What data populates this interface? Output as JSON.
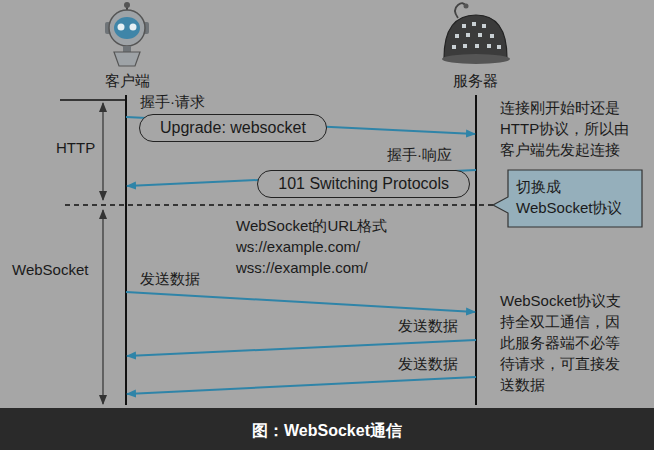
{
  "diagram": {
    "caption": "图：WebSocket通信",
    "nodes": [
      {
        "text": [
          "客户端"
        ]
      },
      {
        "text": [
          "服务器"
        ]
      },
      {
        "text": [
          "Upgrade: websocket"
        ]
      },
      {
        "text": [
          "101 Switching Protocols"
        ]
      },
      {
        "text": [
          "切换成 WebSocket协议"
        ]
      }
    ],
    "labels": [
      "握手·请求",
      "HTTP",
      "握手·响应",
      "WebSocket",
      "WebSocket的URL格式 ws://example.com/ wss://example.com/",
      "发送数据",
      "连接刚开始时还是 HTTP协议，所以由 客户端先发起连接",
      "发送数据",
      "WebSocket协议支 持全双工通信，因 此服务器端不必等 待请求，可直接发 送数据",
      "发送数据"
    ]
  }
}
